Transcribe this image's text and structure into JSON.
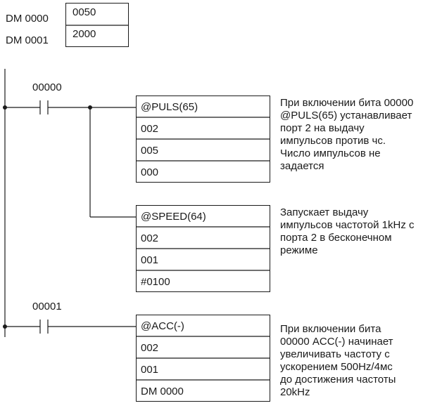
{
  "dm": [
    {
      "label": "DM 0000",
      "value": "0050"
    },
    {
      "label": "DM 0001",
      "value": "2000"
    }
  ],
  "contacts": [
    "00000",
    "00001"
  ],
  "blocks": [
    {
      "cells": [
        "@PULS(65)",
        "002",
        "005",
        "000"
      ],
      "description": "При включении бита 00000\n@PULS(65) устанавливает\nпорт 2 на выдачу\nимпульсов против чс.\nЧисло импульсов не\nзадается"
    },
    {
      "cells": [
        "@SPEED(64)",
        "002",
        "001",
        "#0100"
      ],
      "description": "Запускает выдачу\nимпульсов частотой 1kHz с\nпорта 2 в бесконечном\nрежиме"
    },
    {
      "cells": [
        "@ACC(-)",
        "002",
        "001",
        "DM 0000"
      ],
      "description": "При включении бита\n00000 ACC(-) начинает\nувеличивать частоту с\nускорением 500Hz/4мс\nдо достижения частоты\n20kHz"
    }
  ]
}
